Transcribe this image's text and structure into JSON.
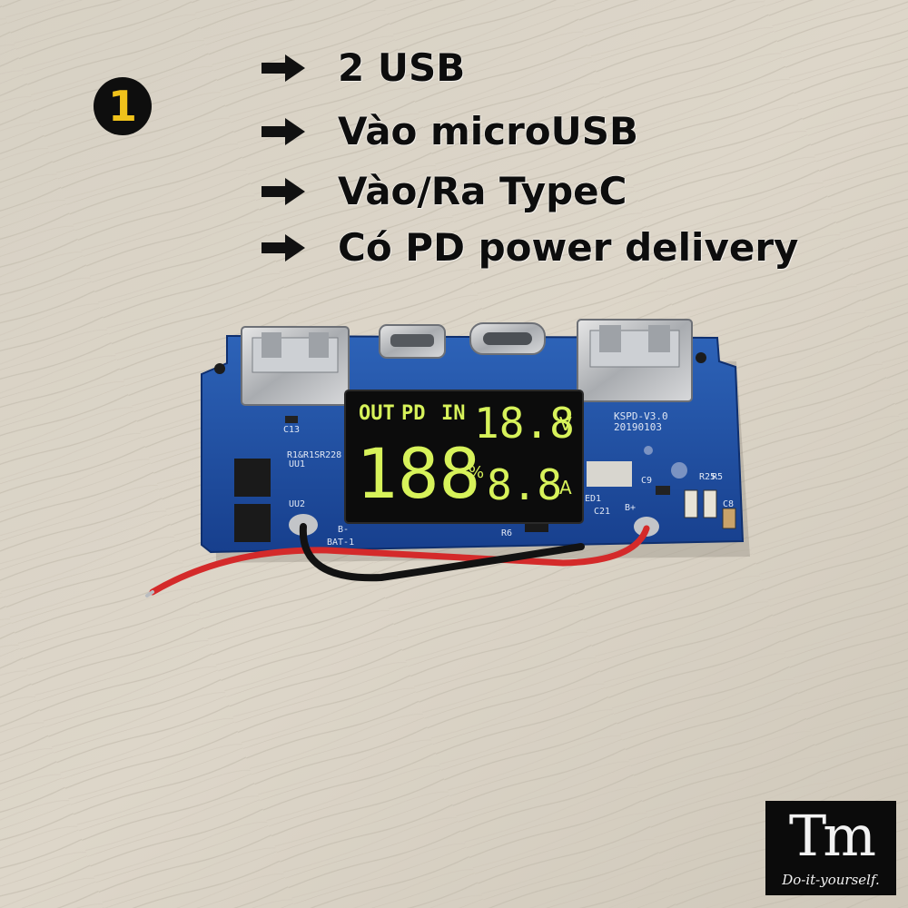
{
  "step_badge": "1",
  "features": [
    "2 USB",
    "Vào microUSB",
    "Vào/Ra TypeC",
    "Có PD power delivery"
  ],
  "display": {
    "labels": [
      "OUT",
      "PD",
      "IN"
    ],
    "units": [
      "V",
      "%",
      "A"
    ],
    "digits_big": "188",
    "digits_right_top": "18.8",
    "digits_right_bottom": "8.8"
  },
  "board_markings": {
    "model": "KSPD-V3.0",
    "date": "20190103",
    "bat_label": "BAT-1",
    "b_plus": "B+",
    "b_minus": "B-",
    "r6": "R6",
    "c9": "C9",
    "c8": "C8",
    "c21": "C21",
    "c13": "C13",
    "uu1": "UU1",
    "uu2": "UU2",
    "r25": "R25",
    "r5": "R5",
    "ed1": "ED1",
    "rs": "R1&R1SR228"
  },
  "logo": {
    "mono": "Tm",
    "tagline": "Do-it-yourself."
  },
  "colors": {
    "wood": "#d9d3c6",
    "board": "#1a4fa3",
    "lcd_green": "#d7f25a",
    "badge_yellow": "#f0c21b"
  }
}
